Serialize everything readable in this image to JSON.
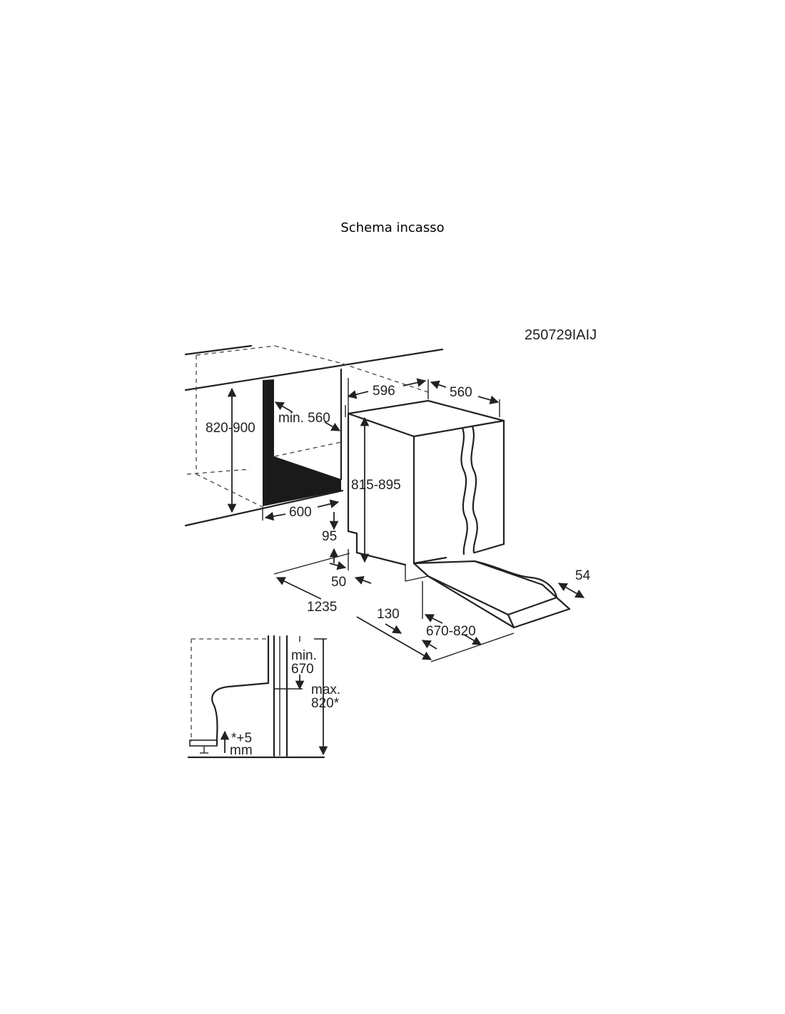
{
  "page": {
    "title": "Schema incasso"
  },
  "diagram": {
    "code": "250729IAIJ",
    "dimensions": {
      "niche_height": "820-900",
      "niche_min_depth": "min. 560",
      "niche_width": "600",
      "width": "596",
      "depth": "560",
      "appliance_height": "815-895",
      "offset_95": "95",
      "offset_50": "50",
      "total_depth": "1235",
      "door_130": "130",
      "door_range": "670-820",
      "side_54": "54"
    },
    "detail": {
      "min_label": "min.",
      "min_value": "670",
      "max_label": "max.",
      "max_value": "820*",
      "adjust_value": "*+5",
      "adjust_unit": "mm"
    }
  }
}
